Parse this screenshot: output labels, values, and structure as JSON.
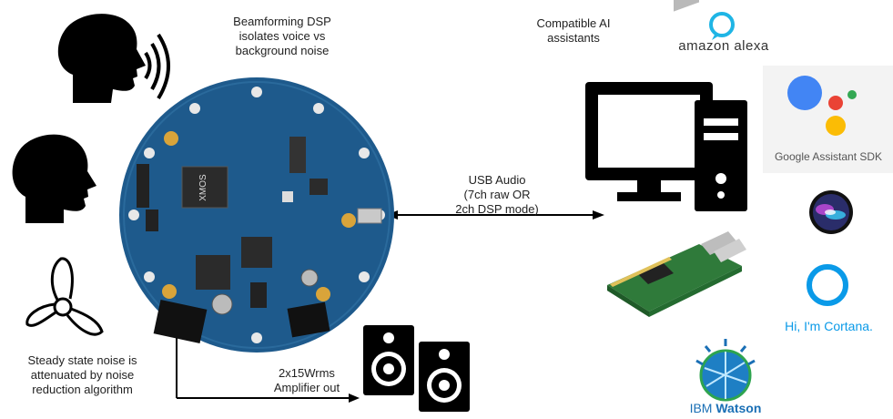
{
  "captions": {
    "dsp": [
      "Beamforming DSP",
      "isolates voice vs",
      "background noise"
    ],
    "assistants": [
      "Compatible AI",
      "assistants"
    ],
    "usb": [
      "USB Audio",
      "(7ch raw OR",
      "2ch DSP mode)"
    ],
    "noise": [
      "Steady state noise is",
      "attenuated by noise",
      "reduction algorithm"
    ],
    "amp": [
      "2x15Wrms",
      "Amplifier out"
    ]
  },
  "logos": {
    "alexa": "amazon alexa",
    "google": "Google Assistant SDK",
    "cortana": "Hi, I'm Cortana.",
    "ibm": "IBM",
    "watson": "Watson"
  },
  "board": {
    "chip": "XMOS"
  },
  "colors": {
    "board": "#1e5a8c",
    "alexa": "#1fb5e5",
    "google_blue": "#4285f4",
    "google_red": "#ea4335",
    "google_yellow": "#fbbc05",
    "google_green": "#34a853",
    "cortana": "#0a9ae8",
    "watson_blue": "#1a6fb5"
  },
  "icons": [
    "speaking-head-icon",
    "silent-head-icon",
    "fan-icon",
    "circular-mic-array-board",
    "desktop-computer-icon",
    "raspberry-pi-board",
    "speaker-icon",
    "siri-icon",
    "cortana-ring-icon",
    "watson-globe-icon"
  ]
}
